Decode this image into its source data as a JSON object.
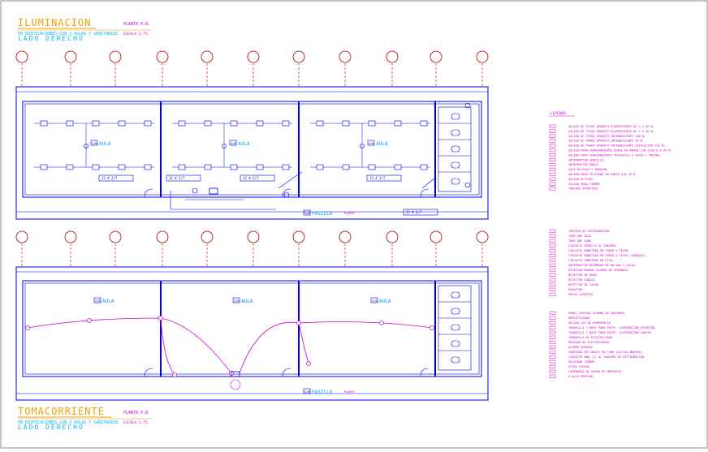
{
  "sheet_top": {
    "title": "ILUMINACION",
    "plan_label": "PLANTA P.B.",
    "scale_label": "ESCALA 1:75",
    "subtitle": "EN EDIFICACIONES CON 3 AULAS Y SANITARIOS",
    "side_label": "LADO DERECHO"
  },
  "sheet_bottom": {
    "title": "TOMACORRIENTE",
    "plan_label": "PLANTA P.B.",
    "scale_label": "ESCALA 1:75",
    "subtitle": "EN EDIFICACIONES CON 3 AULAS Y SANITARIOS",
    "side_label": "LADO DERECHO"
  },
  "rooms": {
    "aula_label": "AULA",
    "pasillo_label": "PASILLO",
    "room_tag": "S/N",
    "floor_tag": "PLANTA"
  },
  "circuit_tags": [
    "12 # 2/7",
    "12 # 2/7",
    "12 # 2/7",
    "12 # 2/7",
    "12 # 2/7"
  ],
  "legend": {
    "title": "LEYENDA",
    "items_top": [
      "SALIDA DE TECHO APARATO FLUORESCENTE DE 2 x 40 W.",
      "SALIDA DE TECHO APARATO FLUORESCENTE DE 2 x 40 W.",
      "SALIDA DE TECHO APARATO INCANDESCENTE 100 W.",
      "SALIDA DE PARED APARATO INCANDESCENTE 75 W.",
      "SALIDA DE PARED APARATO INCANDESCENTE (REFLECTOR 150 W).",
      "SALIDA PARA TOMACORRIENTE DOBLE EN PARED 15A-125V A 0.45 M.",
      "SALIDA PARA TOMACORRIENTE TRIFASICO 3 FASES + NEUTRO.",
      "INTERRUPTOR SENCILLO.",
      "INTERRUPTOR DOBLE.",
      "CAJA DE PASO Y EMPALME.",
      "SALIDA PARA TELEFONO EN PARED A=0.45 M.",
      "SALIDA ALTAVOZ.",
      "SALIDA PARA TIMBRE.",
      "TABLERO PRINCIPAL."
    ],
    "items_middle": [
      "TABLERO DE DISTRIBUCION.",
      "TUBO QUE BAJA.",
      "TUBO QUE SUBE.",
      "CIRCUITO DIRECTO AL TABLERO.",
      "CIRCUITO EMBUTIDO EN PARED O TECHO.",
      "CIRCUITO EMBUTIDO EN PARED O TECHO (SENALES).",
      "CIRCUITO EMBUTIDO EN PISO.",
      "INTERRUPTOR BLINDADO DE 60 amp 2 polos.",
      "ESTACION MANUAL ALARMA DE INCENDIO.",
      "DETECTOR DE HUMO.",
      "DETECTOR IONICO.",
      "DETECTOR DE CALOR.",
      "DIRECTOR.",
      "PRESA LIMPIEZA."
    ],
    "items_bottom": [
      "PANEL CENTRAL ALARMA DE INCENDIO.",
      "AMPLIFICADOR.",
      "SALIDA LUZ DE EMERGENCIA.",
      "TANQUILLA Y BASE PARA POSTE, ILUMINACION EXTERIOR.",
      "TANQUILLA Y BASE PARA POSTE, ILUMINACION CANCHA.",
      "TANQUILLA DE ELECTRICIDAD.",
      "MEDIDOR DE ELECTRICIDAD.",
      "ALARMA GENERAL.",
      "CANTIDAD DE CABLES EN TUBO (ACTIVO-NEUTRO).",
      "CIRCUITO UNO (1) AL TABLERO DE DISTRIBUCION.",
      "PULSADOR TIMBRE.",
      "LETRA SIRENA.",
      "LUMINARIA DE VAPOR DE MERCURIO",
      "A ALTA PRESION"
    ]
  },
  "colors": {
    "title": "#f0a000",
    "subtitle": "#00b4ff",
    "wall": "#0000ee",
    "column": "#b00000",
    "circuit": "#d000d0",
    "annotation": "#0000cc",
    "legend_text": "#d000d0"
  }
}
